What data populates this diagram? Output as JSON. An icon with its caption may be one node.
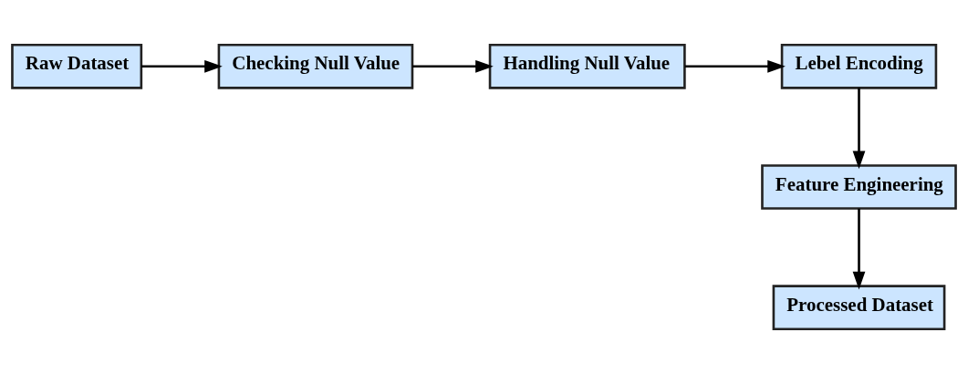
{
  "diagram": {
    "nodes": [
      {
        "text": [
          "Raw Dataset"
        ]
      },
      {
        "text": [
          "Checking Null Value"
        ]
      },
      {
        "text": [
          "Handling Null Value"
        ]
      },
      {
        "text": [
          "Lebel Encoding"
        ]
      },
      {
        "text": [
          "Feature Engineering"
        ]
      },
      {
        "text": [
          "Processed Dataset"
        ]
      }
    ],
    "edges": [
      {
        "from": 0,
        "to": 1,
        "arrow": "to"
      },
      {
        "from": 1,
        "to": 2,
        "arrow": "to"
      },
      {
        "from": 2,
        "to": 3,
        "arrow": "to"
      },
      {
        "from": 3,
        "to": 4,
        "arrow": "to"
      },
      {
        "from": 4,
        "to": 5,
        "arrow": "to"
      }
    ]
  }
}
